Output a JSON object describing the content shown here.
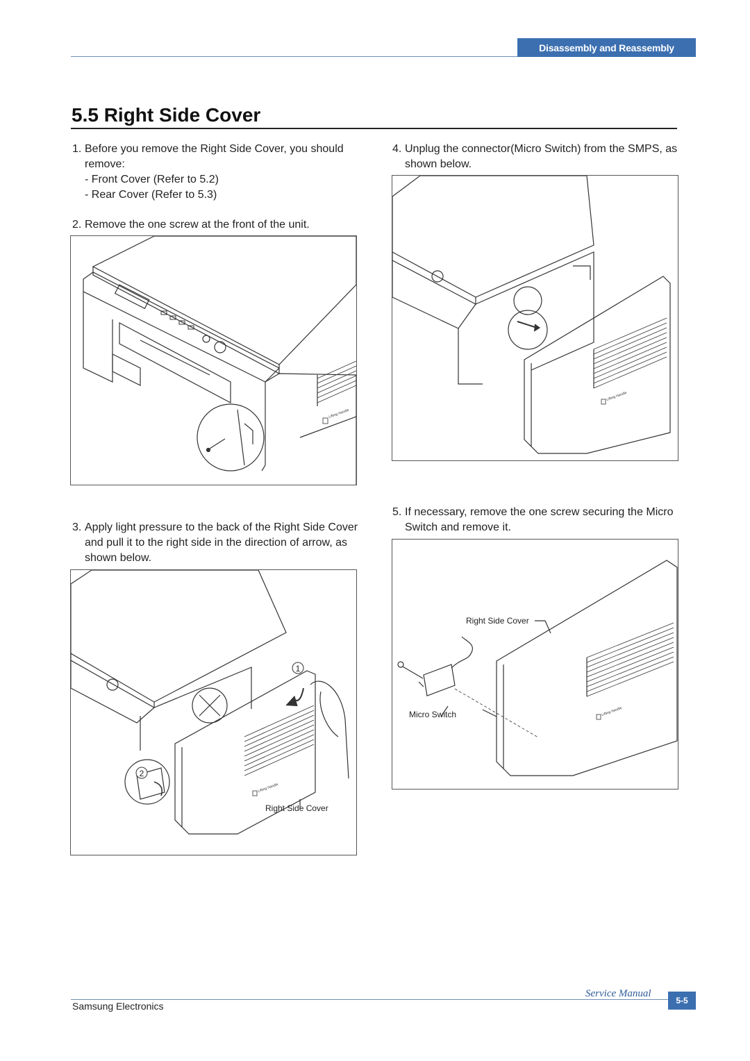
{
  "header": {
    "section_tab": "Disassembly and Reassembly"
  },
  "title": "5.5 Right Side Cover",
  "steps": [
    {
      "number": "1.",
      "text": "Before you remove the Right Side Cover, you should remove:",
      "items": [
        "- Front Cover (Refer to 5.2)",
        "- Rear Cover (Refer to 5.3)"
      ]
    },
    {
      "number": "2.",
      "text": "Remove the one screw at the front of the unit."
    },
    {
      "number": "3.",
      "text": "Apply light pressure to the back of the Right Side Cover and pull it to the right side in the direction of arrow, as shown below."
    },
    {
      "number": "4.",
      "text": "Unplug the connector(Micro Switch) from the SMPS, as shown below."
    },
    {
      "number": "5.",
      "text": "If necessary, remove the one screw securing the Micro Switch and remove it."
    }
  ],
  "figures": {
    "fig2": {
      "label": "Lifting Handle"
    },
    "fig3": {
      "label": "Right Side Cover",
      "marker1": "1",
      "marker2": "2",
      "handle_label": "Lifting Handle"
    },
    "fig4": {
      "label": "Lifting Handle"
    },
    "fig5": {
      "label_cover": "Right Side Cover",
      "label_switch": "Micro Switch",
      "handle_label": "Lifting Handle"
    }
  },
  "footer": {
    "company": "Samsung Electronics",
    "manual": "Service Manual",
    "page": "5-5"
  }
}
